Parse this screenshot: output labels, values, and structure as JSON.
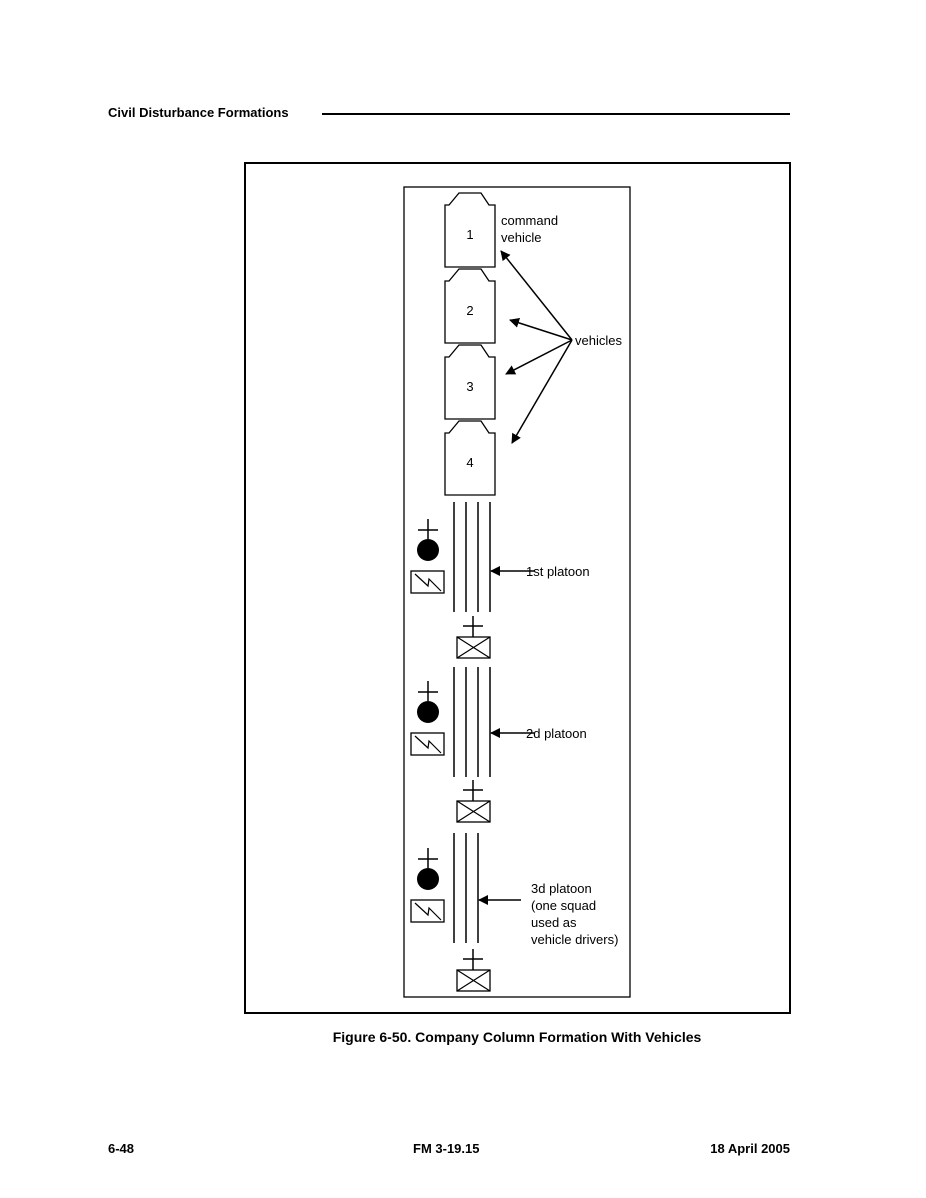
{
  "header": {
    "section_title": "Civil Disturbance Formations"
  },
  "figure": {
    "caption": "Figure 6-50.  Company Column Formation With Vehicles",
    "vehicles": [
      "1",
      "2",
      "3",
      "4"
    ],
    "labels": {
      "command_vehicle": [
        "command",
        "vehicle"
      ],
      "vehicles": "vehicles",
      "platoon1": "1st platoon",
      "platoon2": "2d platoon",
      "platoon3": [
        "3d platoon",
        "(one squad",
        "used as",
        "vehicle drivers)"
      ]
    }
  },
  "footer": {
    "page_number": "6-48",
    "manual": "FM 3-19.15",
    "date": "18 April 2005"
  }
}
